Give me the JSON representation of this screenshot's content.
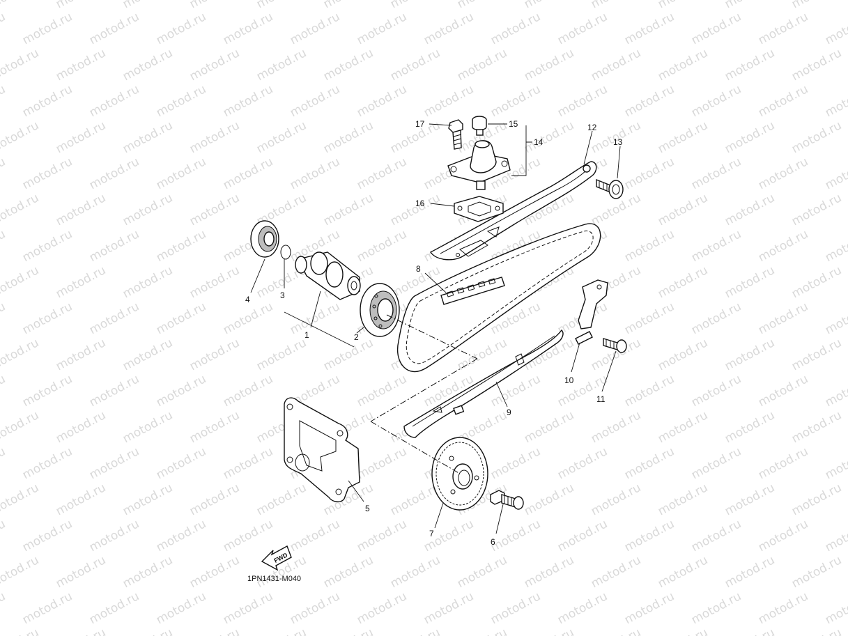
{
  "watermark": {
    "text": "motod.ru"
  },
  "diagram_code": "1PN1431-M040",
  "fwd_badge": "FWD",
  "callouts": [
    "1",
    "2",
    "3",
    "4",
    "5",
    "6",
    "7",
    "8",
    "9",
    "10",
    "11",
    "12",
    "13",
    "14",
    "15",
    "16",
    "17"
  ]
}
